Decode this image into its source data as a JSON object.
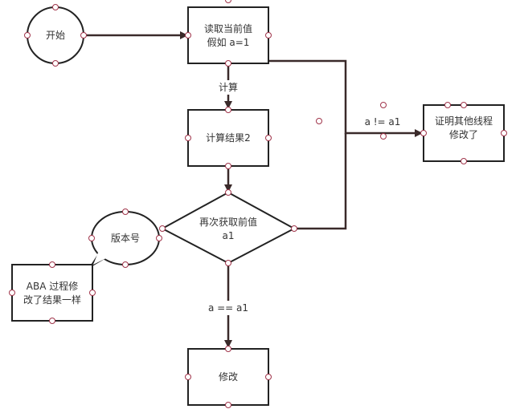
{
  "nodes": {
    "start": "开始",
    "read_line1": "读取当前值",
    "read_line2": "假如 a=1",
    "compute": "计算结果2",
    "decision_line1": "再次获取前值",
    "decision_line2": "a1",
    "modified_line1": "证明其他线程",
    "modified_line2": "修改了",
    "modify": "修改",
    "version": "版本号",
    "aba_line1": "ABA 过程修",
    "aba_line2": "改了结果一样"
  },
  "edges": {
    "compute_label": "计算",
    "not_equal_label": "a != a1",
    "equal_label": "a == a1"
  },
  "colors": {
    "stroke": "#222222",
    "connector": "#3a2a2a",
    "handle": "#a0344a"
  }
}
